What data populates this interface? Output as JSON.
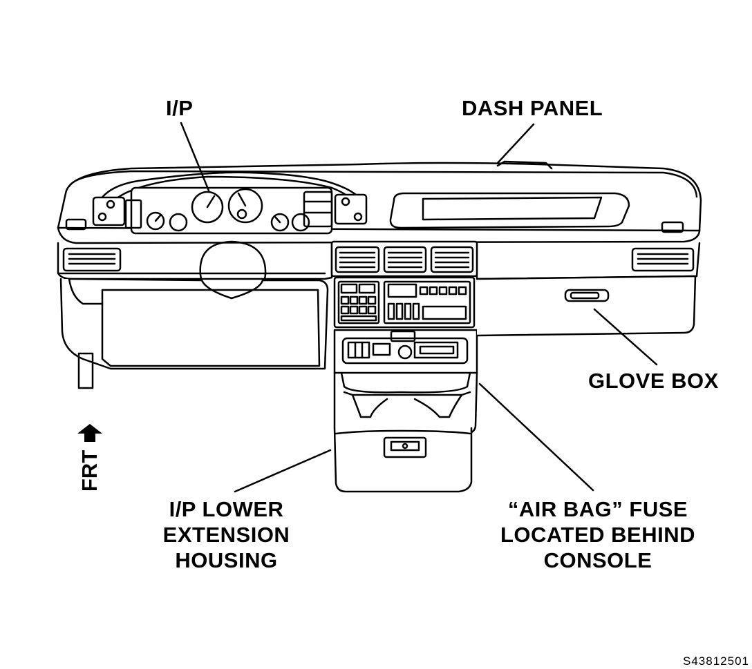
{
  "labels": {
    "ip": "I/P",
    "dash_panel": "DASH PANEL",
    "glove_box": "GLOVE BOX",
    "ip_lower": [
      "I/P LOWER",
      "EXTENSION",
      "HOUSING"
    ],
    "air_bag": [
      "“AIR BAG” FUSE",
      "LOCATED BEHIND",
      "CONSOLE"
    ],
    "frt": "FRT",
    "figure_code": "S43812501"
  },
  "colors": {
    "ink": "#000000",
    "paper": "#ffffff",
    "panel_fill": "#f4f4f4"
  },
  "icons": {
    "front_arrow": "up-arrow-icon"
  }
}
